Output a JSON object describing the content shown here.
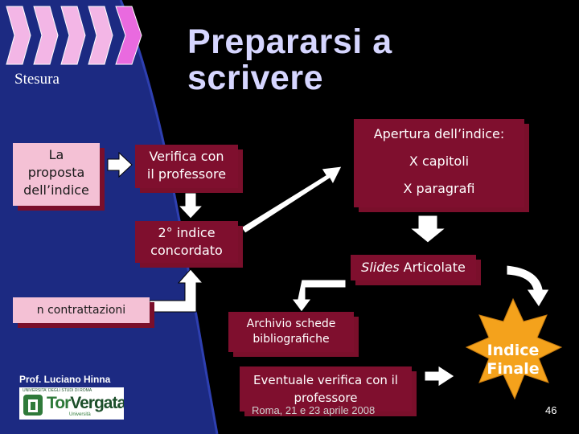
{
  "slide": {
    "title_line1": "Prepararsi a",
    "title_line2": "scrivere",
    "section_label": "Stesura",
    "author": "Prof. Luciano Hinna",
    "date_place": "Roma, 21 e 23 aprile 2008",
    "page_number": "46"
  },
  "boxes": {
    "proposta": [
      "La",
      "proposta",
      "dell’indice"
    ],
    "verifica": [
      "Verifica con",
      "il professore"
    ],
    "secondo_indice": [
      "2° indice",
      "concordato"
    ],
    "contrattazioni": "n contrattazioni",
    "apertura_title": "Apertura dell’indice:",
    "capitoli": "X capitoli",
    "paragrafi": "X paragrafi",
    "slides_italic": "Slides",
    "slides_rest": " Articolate",
    "archivio": [
      "Archivio schede",
      "bibliografiche"
    ],
    "eventuale": [
      "Eventuale verifica con il",
      "professore"
    ],
    "indice_finale": [
      "Indice",
      "Finale"
    ]
  },
  "logo": {
    "university_line1": "UNIVERSITA' DEGLI STUDI DI ROMA",
    "name_tor": "Tor",
    "name_vergata": "Vergata",
    "subtitle": "Università"
  },
  "colors": {
    "background": "#000000",
    "pink_box": "#f4c1d5",
    "maroon_box": "#7f0f2e",
    "shadow": "#7a0f2b",
    "curve_blue": "#1c2a82",
    "star_gold": "#f4a21c",
    "chevron_pink": "#f3b6e6"
  }
}
